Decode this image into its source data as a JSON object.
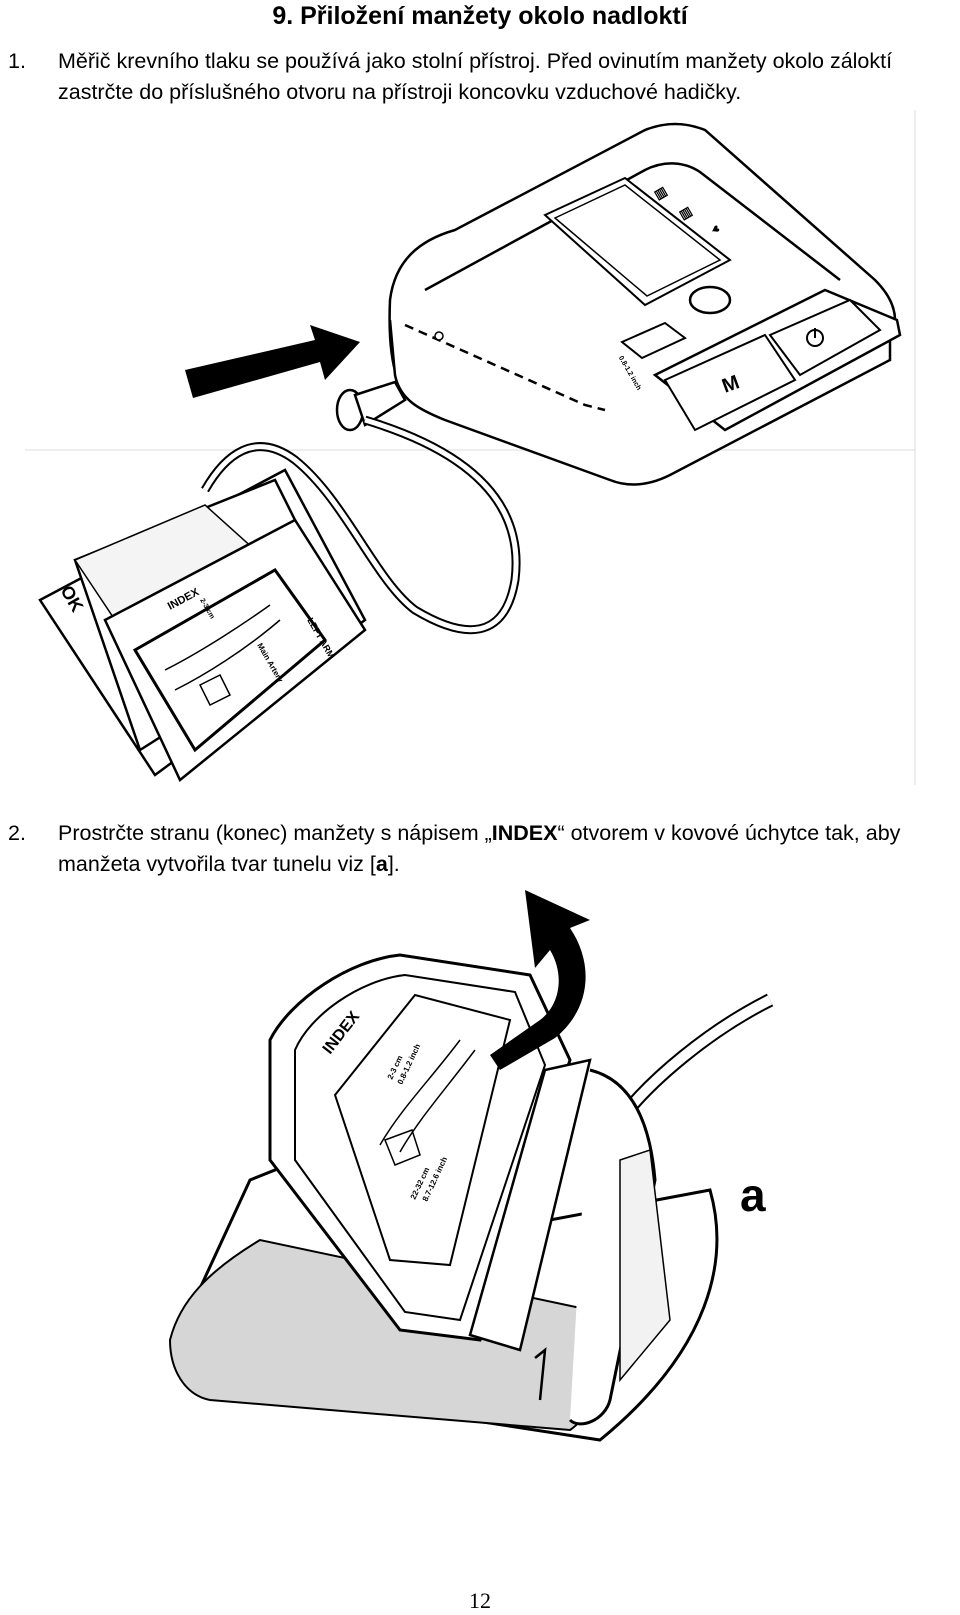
{
  "heading": "9. Přiložení manžety okolo nadloktí",
  "steps": [
    {
      "num": "1.",
      "text": "Měřič krevního tlaku se používá jako stolní přístroj. Před ovinutím manžety okolo záloktí zastrčte do příslušného otvoru na přístroji koncovku vzduchové hadičky."
    },
    {
      "num": "2.",
      "text_before": "Prostrčte stranu (konec) manžety s nápisem „",
      "text_bold": "INDEX",
      "text_mid": "“ otvorem v kovové úchytce tak, aby manžeta vytvořila tvar tunelu viz [",
      "text_bold2": "a",
      "text_after": "]."
    }
  ],
  "figure1": {
    "device_button_m": "M",
    "cuff_ok_label": "OK",
    "cuff_index_label": "INDEX",
    "cuff_left_arm_label": "LEFT ARM",
    "cuff_measure_small_1": "2-3 cm",
    "cuff_measure_small_2": "0.8-1.2 inch",
    "cuff_marks": "Main Artery"
  },
  "figure2": {
    "cuff_index_label": "INDEX",
    "cuff_measure_1": "2-3 cm",
    "cuff_measure_2": "0.8-1.2 inch",
    "cuff_measure_3": "22-32 cm",
    "cuff_measure_4": "8.7-12.6 inch",
    "label": "a"
  },
  "page_number": "12"
}
